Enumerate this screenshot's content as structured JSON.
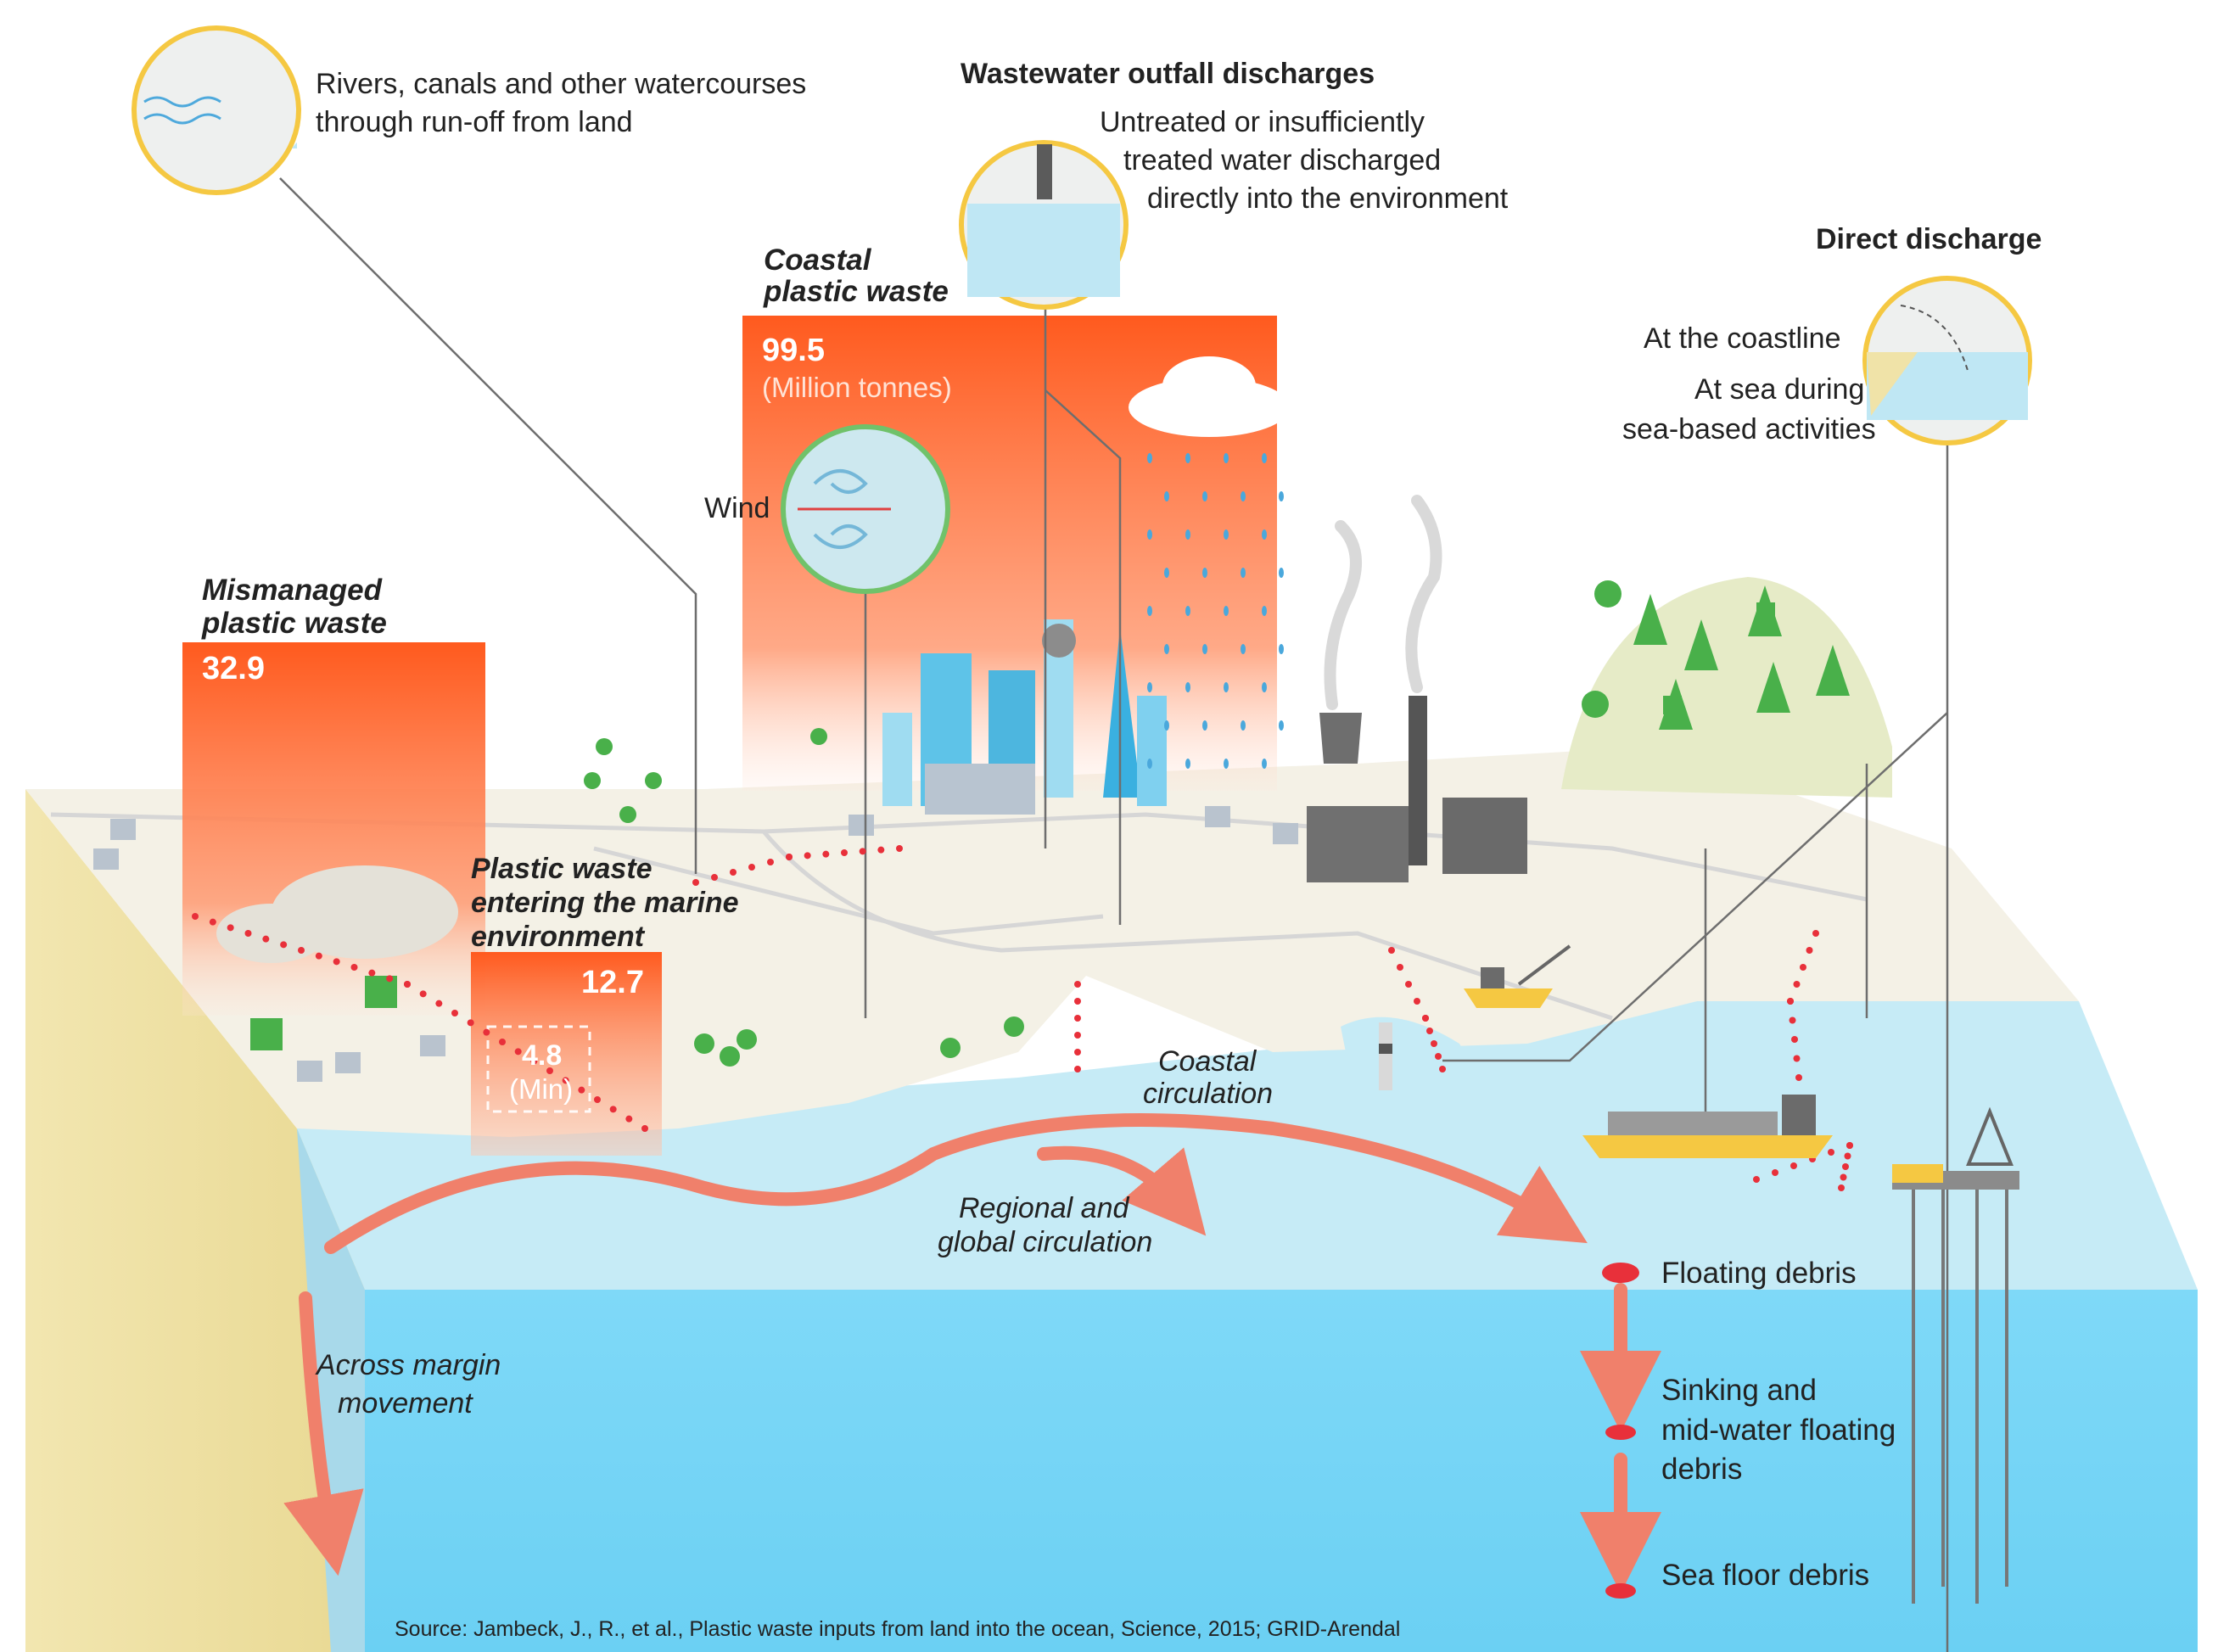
{
  "labels": {
    "rivers_1": "Rivers, canals and other watercourses",
    "rivers_2": "through run-off from land",
    "wastewater_title": "Wastewater outfall discharges",
    "wastewater_1": "Untreated or insufficiently",
    "wastewater_2": "treated water discharged",
    "wastewater_3": "directly into the environment",
    "direct_title": "Direct discharge",
    "coastline": "At the coastline",
    "at_sea_1": "At sea during",
    "at_sea_2": "sea-based activities",
    "coastal_title_1": "Coastal",
    "coastal_title_2": "plastic waste",
    "coastal_value": "99.5",
    "coastal_unit": "(Million tonnes)",
    "wind": "Wind",
    "mismanaged_1": "Mismanaged",
    "mismanaged_2": "plastic waste",
    "mismanaged_value": "32.9",
    "entering_1": "Plastic waste",
    "entering_2": "entering the marine",
    "entering_3": "environment",
    "entering_max": "12.7",
    "entering_min": "4.8",
    "entering_min_unit": "(Min)",
    "coastal_circ_1": "Coastal",
    "coastal_circ_2": "circulation",
    "regional_1": "Regional and",
    "regional_2": "global circulation",
    "across_1": "Across margin",
    "across_2": "movement",
    "floating": "Floating debris",
    "sinking_1": "Sinking and",
    "sinking_2": "mid-water floating",
    "sinking_3": "debris",
    "seafloor": "Sea floor debris",
    "source": "Source: Jambeck, J., R., et al., Plastic waste inputs from land into the ocean, Science, 2015; GRID-Arendal"
  },
  "chart_data": {
    "type": "bar",
    "categories": [
      "Coastal plastic waste",
      "Mismanaged plastic waste",
      "Plastic waste entering the marine environment"
    ],
    "values": [
      99.5,
      32.9,
      12.7
    ],
    "min_value_entering": 4.8
  },
  "colors": {
    "bar_top": "#ff5a1e",
    "bar_bottom": "#ffd2c0",
    "shallow_water": "#bfe7f4",
    "deep_water": "#7fdaf7",
    "land": "#f3f0e4",
    "cliff": "#f0e3a8",
    "circle_ring": "#f5c842",
    "current_arrow": "#f0806b",
    "debris": "#e8303a"
  }
}
